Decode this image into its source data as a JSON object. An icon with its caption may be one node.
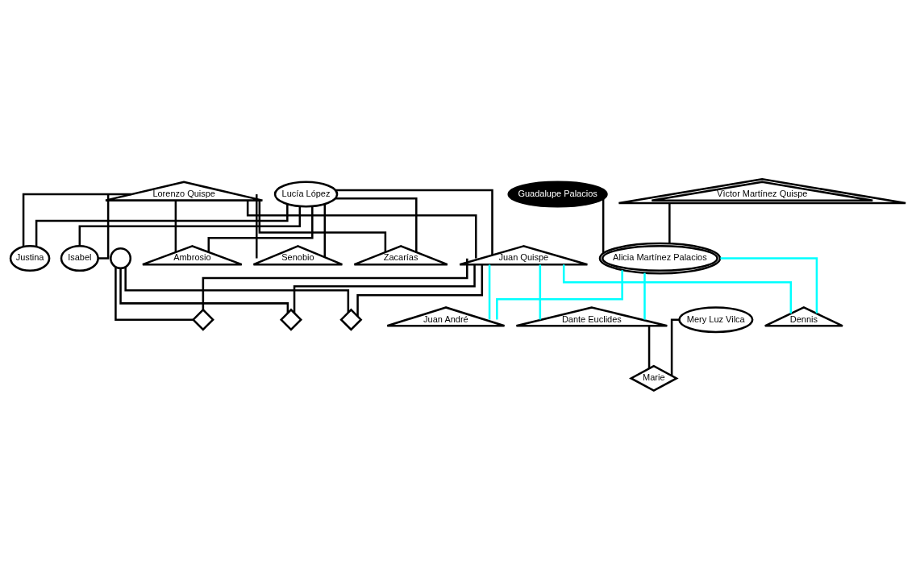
{
  "diagram": {
    "nodes": [
      {
        "text": [
          "Lorenzo Quispe"
        ]
      },
      {
        "text": [
          "Lucía López"
        ]
      },
      {
        "text": [
          "Guadalupe Palacios"
        ]
      },
      {
        "text": [
          "Vìctor Martínez Quispe"
        ]
      },
      {
        "text": [
          "Ambrosio"
        ]
      },
      {
        "text": [
          "Senobio"
        ]
      },
      {
        "text": [
          "Justina"
        ]
      },
      {
        "text": [
          "Isabel"
        ]
      },
      {
        "text": [
          "Juan Quispe"
        ]
      },
      {
        "text": [],
        "shape": "circle"
      },
      {
        "text": [
          "Zacarías"
        ]
      },
      {
        "text": [
          "Alicia Martínez Palacios"
        ]
      },
      {
        "text": [],
        "shape": "diamond"
      },
      {
        "text": [],
        "shape": "diamond"
      },
      {
        "text": [],
        "shape": "diamond"
      },
      {
        "text": [
          "Dante Euclides"
        ]
      },
      {
        "text": [
          "Mery Luz Vilca"
        ]
      },
      {
        "text": [
          "Dennis"
        ]
      },
      {
        "text": [
          "Juan André"
        ]
      },
      {
        "text": [
          "Marie"
        ]
      }
    ],
    "edges": [
      {
        "from": 0,
        "to": 4,
        "arrow": "none"
      },
      {
        "from": 0,
        "to": 5,
        "arrow": "none"
      },
      {
        "from": 0,
        "to": 6,
        "arrow": "none"
      },
      {
        "from": 0,
        "to": 7,
        "arrow": "none"
      },
      {
        "from": 0,
        "to": 8,
        "arrow": "none"
      },
      {
        "from": 0,
        "to": 10,
        "arrow": "none"
      },
      {
        "from": 1,
        "to": 4,
        "arrow": "none"
      },
      {
        "from": 1,
        "to": 5,
        "arrow": "none"
      },
      {
        "from": 1,
        "to": 6,
        "arrow": "none"
      },
      {
        "from": 1,
        "to": 7,
        "arrow": "none"
      },
      {
        "from": 1,
        "to": 8,
        "arrow": "none"
      },
      {
        "from": 1,
        "to": 10,
        "arrow": "none"
      },
      {
        "from": 2,
        "to": 11,
        "arrow": "none"
      },
      {
        "from": 3,
        "to": 11,
        "arrow": "none"
      },
      {
        "from": 8,
        "to": 12,
        "arrow": "none"
      },
      {
        "from": 8,
        "to": 13,
        "arrow": "none"
      },
      {
        "from": 8,
        "to": 14,
        "arrow": "none"
      },
      {
        "from": 9,
        "to": 12,
        "arrow": "none"
      },
      {
        "from": 9,
        "to": 13,
        "arrow": "none"
      },
      {
        "from": 9,
        "to": 14,
        "arrow": "none"
      },
      {
        "from": 8,
        "to": 15,
        "arrow": "none",
        "color": "#00ffff"
      },
      {
        "from": 8,
        "to": 17,
        "arrow": "none",
        "color": "#00ffff"
      },
      {
        "from": 8,
        "to": 18,
        "arrow": "none",
        "color": "#00ffff"
      },
      {
        "from": 11,
        "to": 15,
        "arrow": "none",
        "color": "#00ffff"
      },
      {
        "from": 11,
        "to": 17,
        "arrow": "none",
        "color": "#00ffff"
      },
      {
        "from": 11,
        "to": 18,
        "arrow": "none",
        "color": "#00ffff"
      },
      {
        "from": 15,
        "to": 19,
        "arrow": "none"
      },
      {
        "from": 16,
        "to": 19,
        "arrow": "none"
      }
    ]
  }
}
